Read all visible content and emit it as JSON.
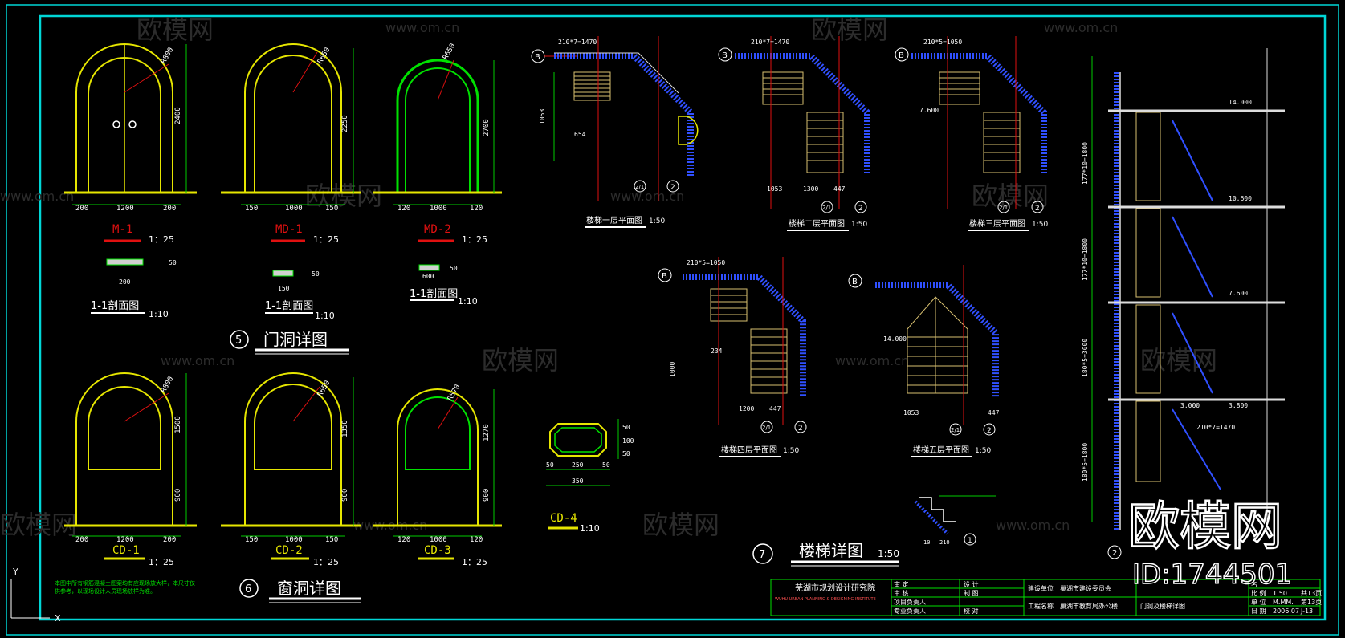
{
  "colors": {
    "frame": "#00d6d6",
    "door": "#e6e600",
    "arch_green": "#00e000",
    "dim": "#00cc00",
    "red": "#e01010",
    "stair": "#d8c070",
    "blue": "#3050ff",
    "white": "#ffffff",
    "magenta": "#d020d0"
  },
  "watermarks": {
    "brand": "欧模网",
    "url": "www.om.cn",
    "big_brand": "欧模网",
    "id": "ID:1744501"
  },
  "doors": {
    "m1": {
      "label": "M-1",
      "scale": "1：25",
      "w_left": "200",
      "w_mid": "1200",
      "w_right": "200",
      "h": "2400",
      "r": "R800",
      "section_w": "200",
      "section_h": "50",
      "section_title": "1-1剖面图",
      "section_scale": "1:10"
    },
    "md1": {
      "label": "MD-1",
      "scale": "1：25",
      "w_left": "150",
      "w_mid": "1000",
      "w_right": "150",
      "h": "2250",
      "r": "R650",
      "section_w": "150",
      "section_h": "50",
      "section_title": "1-1剖面图",
      "section_scale": "1:10"
    },
    "md2": {
      "label": "MD-2",
      "scale": "1：25",
      "w_left": "120",
      "w_mid": "1000",
      "w_right": "120",
      "h": "2700",
      "r": "R650",
      "section_w": "600",
      "section_h": "50",
      "section_title": "1-1剖面图",
      "section_scale": "1:10"
    },
    "title_num": "5",
    "title": "门洞详图"
  },
  "windows": {
    "cd1": {
      "label": "CD-1",
      "scale": "1：25",
      "w_left": "200",
      "w_mid": "1200",
      "w_right": "200",
      "h_top": "1500",
      "h_bot": "900",
      "r": "R800"
    },
    "cd2": {
      "label": "CD-2",
      "scale": "1：25",
      "w_left": "150",
      "w_mid": "1000",
      "w_right": "150",
      "h_top": "1350",
      "h_bot": "900",
      "r": "R650"
    },
    "cd3": {
      "label": "CD-3",
      "scale": "1：25",
      "w_left": "120",
      "w_mid": "1000",
      "w_right": "120",
      "h_top": "1270",
      "h_bot": "900",
      "r": "R570"
    },
    "cd4": {
      "label": "CD-4",
      "scale": "1:10",
      "w1": "50",
      "w2": "250",
      "w3": "50",
      "w_total": "350",
      "h1": "50",
      "h2": "100",
      "h3": "50"
    },
    "title_num": "6",
    "title": "窗洞详图",
    "note": "本图中所有钢筋混凝土图案均有应现场放大样，本尺寸仅供参考，以现场设计人员现场放样为准。"
  },
  "stairs": {
    "plans": [
      {
        "title": "楼梯一层平面图",
        "scale": "1:50"
      },
      {
        "title": "楼梯二层平面图",
        "scale": "1:50"
      },
      {
        "title": "楼梯三层平面图",
        "scale": "1:50"
      },
      {
        "title": "楼梯四层平面图",
        "scale": "1:50"
      },
      {
        "title": "楼梯五层平面图",
        "scale": "1:50"
      }
    ],
    "axis_b": "B",
    "axis_2": "2",
    "axis_21": "2/1",
    "axis_1": "1",
    "dims": {
      "top": "210*7=1470",
      "top2": "210*5=1050",
      "d1053": "1053",
      "d1300": "1300",
      "d1200": "1200",
      "d447": "447",
      "d654": "654",
      "d1000": "1000",
      "d234": "234",
      "d210": "210",
      "d10": "10"
    },
    "elev": {
      "e14": "14.000",
      "e10": "10.600",
      "e7": "7.600",
      "e3": "3.000",
      "e3b": "3.800"
    },
    "title_num": "7",
    "title": "楼梯详图",
    "scale": "1:50"
  },
  "section": {
    "dims_left": [
      "177*10=1800",
      "177*10=1800",
      "180*5=3000",
      "180*5=1800"
    ],
    "bottom_axis": "2",
    "label_210": "210*7=1470"
  },
  "title_block": {
    "org": "芜湖市规划设计研究院",
    "org_en": "WUHU URBAN PLANNING & DESIGNING INSTITUTE",
    "rows_a": [
      "审 定",
      "审 核",
      "项目负责人",
      "专业负责人"
    ],
    "rows_b": [
      "设 计",
      "制 图",
      "校 对"
    ],
    "client_label": "建设单位",
    "client": "巢湖市建设委员会",
    "project_label": "工程名称",
    "project": "巢湖市教育局办公楼",
    "drawing": "门洞及楼梯详图",
    "no_label": "名",
    "meta": [
      "比 例",
      "单 位",
      "日 期"
    ],
    "meta_vals": [
      "1:50",
      "M.MM.",
      "2006.07"
    ],
    "sheet": "J-13",
    "page": "第13页",
    "total": "共13页"
  },
  "ucs": {
    "y": "Y",
    "x": "X"
  }
}
